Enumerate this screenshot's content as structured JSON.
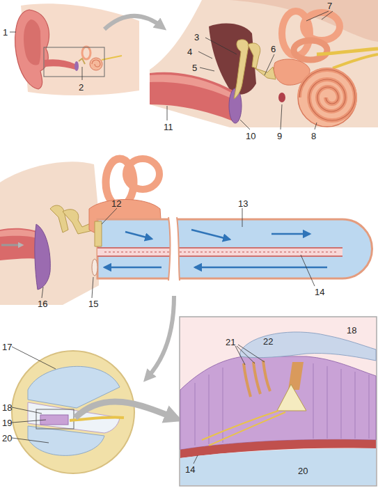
{
  "diagram": {
    "labels": [
      "1",
      "2",
      "3",
      "4",
      "5",
      "6",
      "7",
      "8",
      "9",
      "10",
      "11",
      "12",
      "13",
      "14",
      "15",
      "16",
      "17",
      "18",
      "19",
      "20",
      "21",
      "22",
      "18",
      "14",
      "20"
    ]
  }
}
